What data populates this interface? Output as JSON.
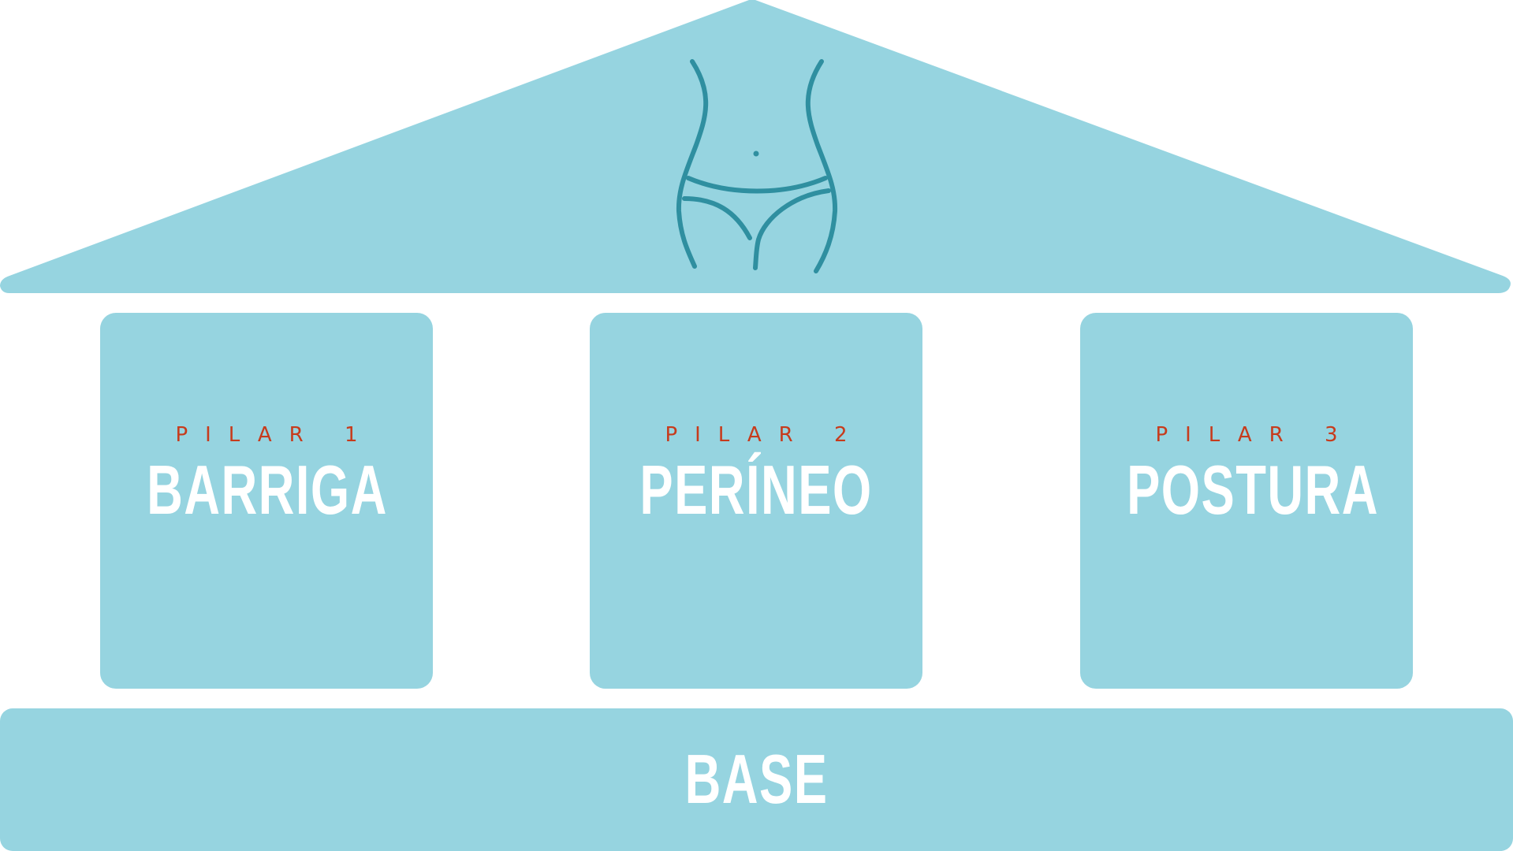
{
  "colors": {
    "primary_blue": "#96d4e0",
    "icon_teal": "#2f8fa0",
    "subtitle_red": "#c73b1c",
    "title_white": "#ffffff"
  },
  "roof": {
    "icon": "body-waist-icon"
  },
  "pillars": [
    {
      "subtitle": "PILAR 1",
      "title": "BARRIGA"
    },
    {
      "subtitle": "PILAR 2",
      "title": "PERÍNEO"
    },
    {
      "subtitle": "PILAR 3",
      "title": "POSTURA"
    }
  ],
  "base": {
    "title": "BASE"
  }
}
